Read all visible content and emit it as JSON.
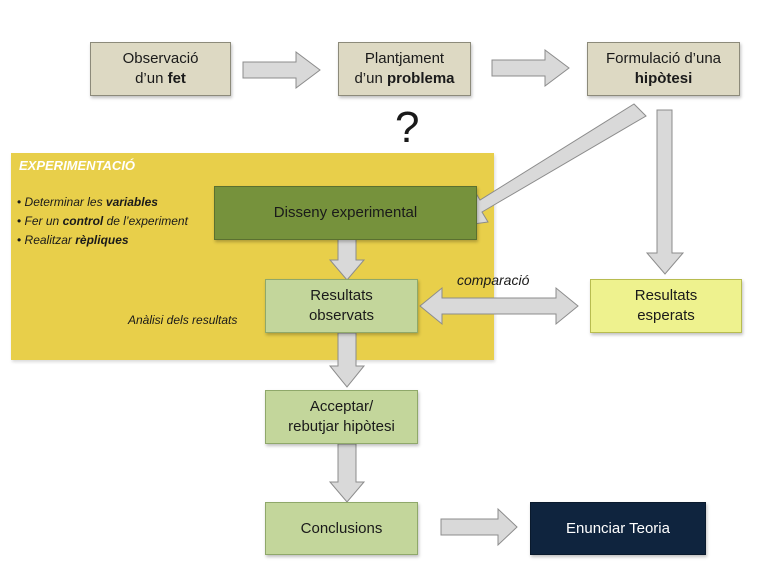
{
  "diagram": {
    "title": "Mètode científic",
    "nodes": {
      "observacio": {
        "line1": "Observació",
        "line2_prefix": "d’un ",
        "line2_bold": "fet"
      },
      "plantjament": {
        "line1": "Plantjament",
        "line2_prefix": "d’un ",
        "line2_bold": "problema"
      },
      "formulacio": {
        "line1": "Formulació d’una",
        "line2_bold": "hipòtesi"
      },
      "disseny": {
        "label": "Disseny experimental"
      },
      "resultats_observats": {
        "line1": "Resultats",
        "line2": "observats"
      },
      "resultats_esperats": {
        "line1": "Resultats",
        "line2": "esperats"
      },
      "acceptar": {
        "line1": "Acceptar/",
        "line2": "rebutjar hipòtesi"
      },
      "conclusions": {
        "label": "Conclusions"
      },
      "teoria": {
        "label": "Enunciar Teoria"
      }
    },
    "question_mark": "?",
    "experimentacio": {
      "title": "EXPERIMENTACIÓ",
      "bullets": [
        {
          "prefix": "Determinar les ",
          "bold": "variables",
          "suffix": ""
        },
        {
          "prefix": "Fer un ",
          "bold": "control",
          "suffix": " de l’experiment"
        },
        {
          "prefix": "Realitzar ",
          "bold": "rèpliques",
          "suffix": ""
        }
      ],
      "analysis_label": "Anàlisi dels resultats"
    },
    "comparison_label": "comparació"
  }
}
